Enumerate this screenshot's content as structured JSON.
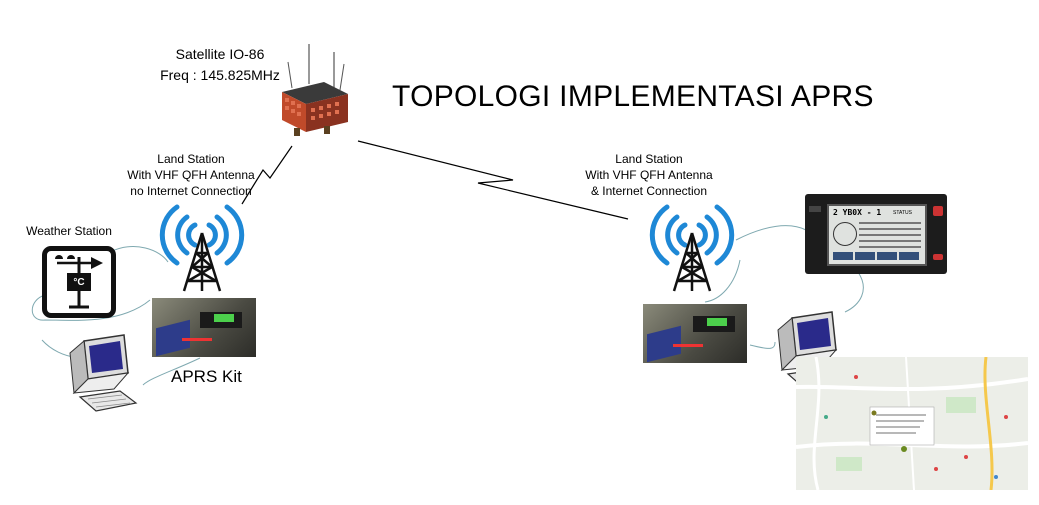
{
  "title": "TOPOLOGI IMPLEMENTASI APRS",
  "satellite": {
    "name": "Satellite IO-86",
    "freq": "Freq : 145.825MHz"
  },
  "left_station": {
    "line1": "Land Station",
    "line2": "With VHF QFH Antenna",
    "line3": "no Internet Connection"
  },
  "right_station": {
    "line1": "Land Station",
    "line2": "With VHF QFH Antenna",
    "line3": "& Internet Connection"
  },
  "weather_station": {
    "label": "Weather Station",
    "unit": "°C"
  },
  "aprs_kit": {
    "label": "APRS Kit"
  },
  "radio_display": {
    "line1": "2  YB0X - 1",
    "tag": "STATUS"
  },
  "colors": {
    "wifi": "#1e88d6",
    "cloud": "#7fa9b0",
    "link": "#000000"
  },
  "icons": [
    "satellite-icon",
    "antenna-tower-icon",
    "weather-station-icon",
    "computer-icon",
    "radio-display-icon",
    "map-icon"
  ]
}
